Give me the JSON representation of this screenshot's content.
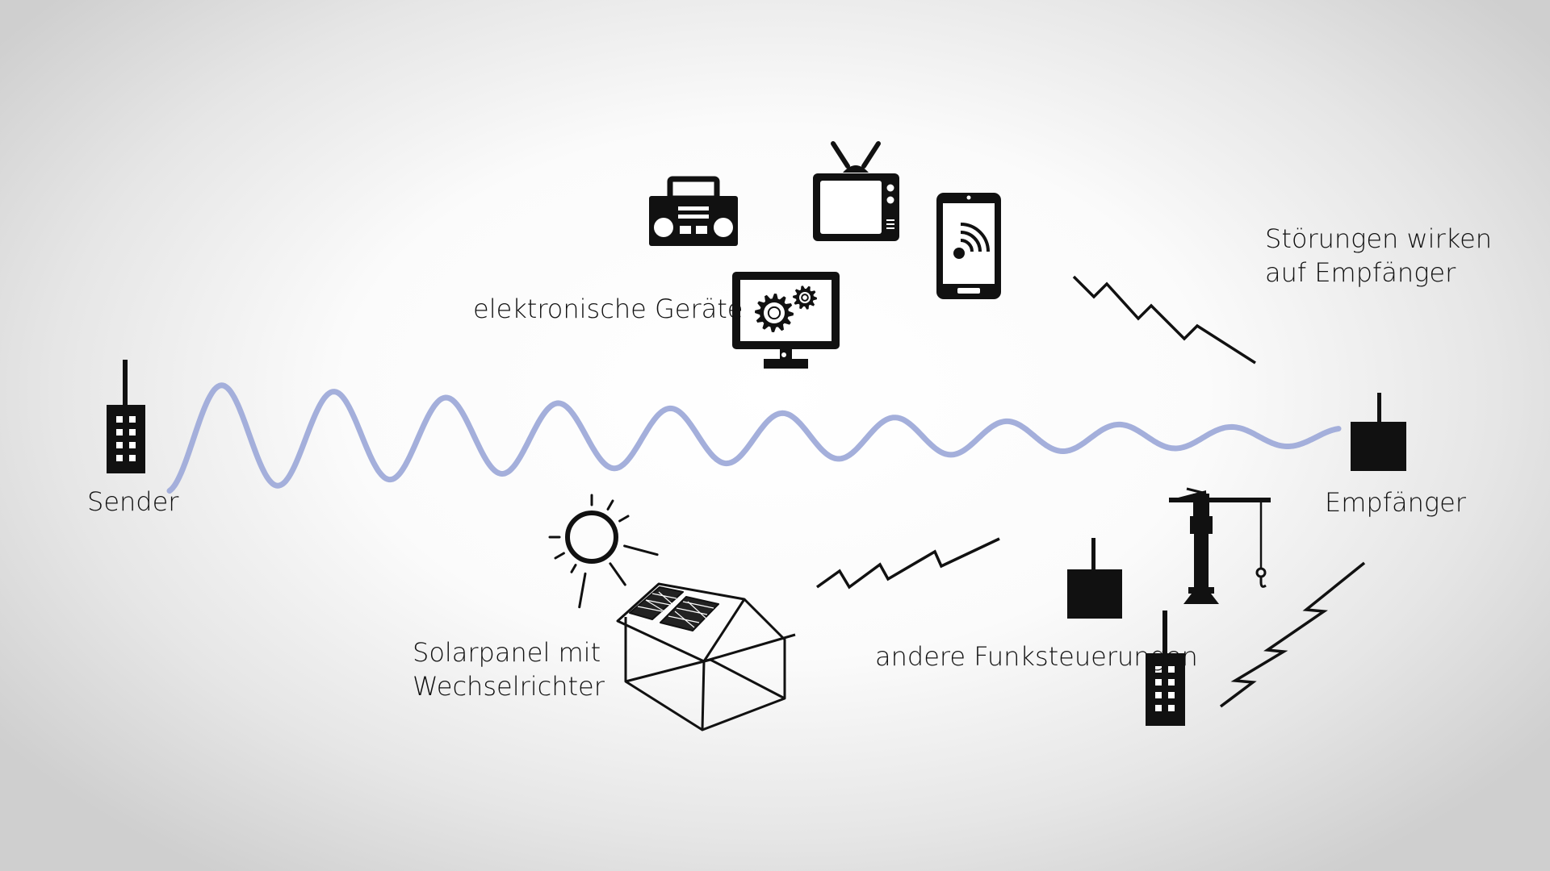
{
  "labels": {
    "sender": "Sender",
    "receiver": "Empfänger",
    "electronics": "elektronische Geräte",
    "interference_line1": "Störungen wirken",
    "interference_line2": "auf Empfänger",
    "solar_line1": "Solarpanel mit",
    "solar_line2": "Wechselrichter",
    "radio": "andere Funksteuerungen"
  },
  "colors": {
    "signal_wave": "#a4afdb",
    "icons": "#111111",
    "background_center": "#ffffff",
    "background_edge": "#cfcfcf"
  },
  "icons": [
    "transmitter-icon",
    "receiver-icon",
    "radio-cassette-icon",
    "television-icon",
    "smartphone-icon",
    "computer-monitor-gears-icon",
    "sun-icon",
    "house-solar-panel-icon",
    "radio-controller-icon",
    "construction-crane-icon",
    "small-transmitter-icon",
    "interference-zigzag-icon"
  ]
}
